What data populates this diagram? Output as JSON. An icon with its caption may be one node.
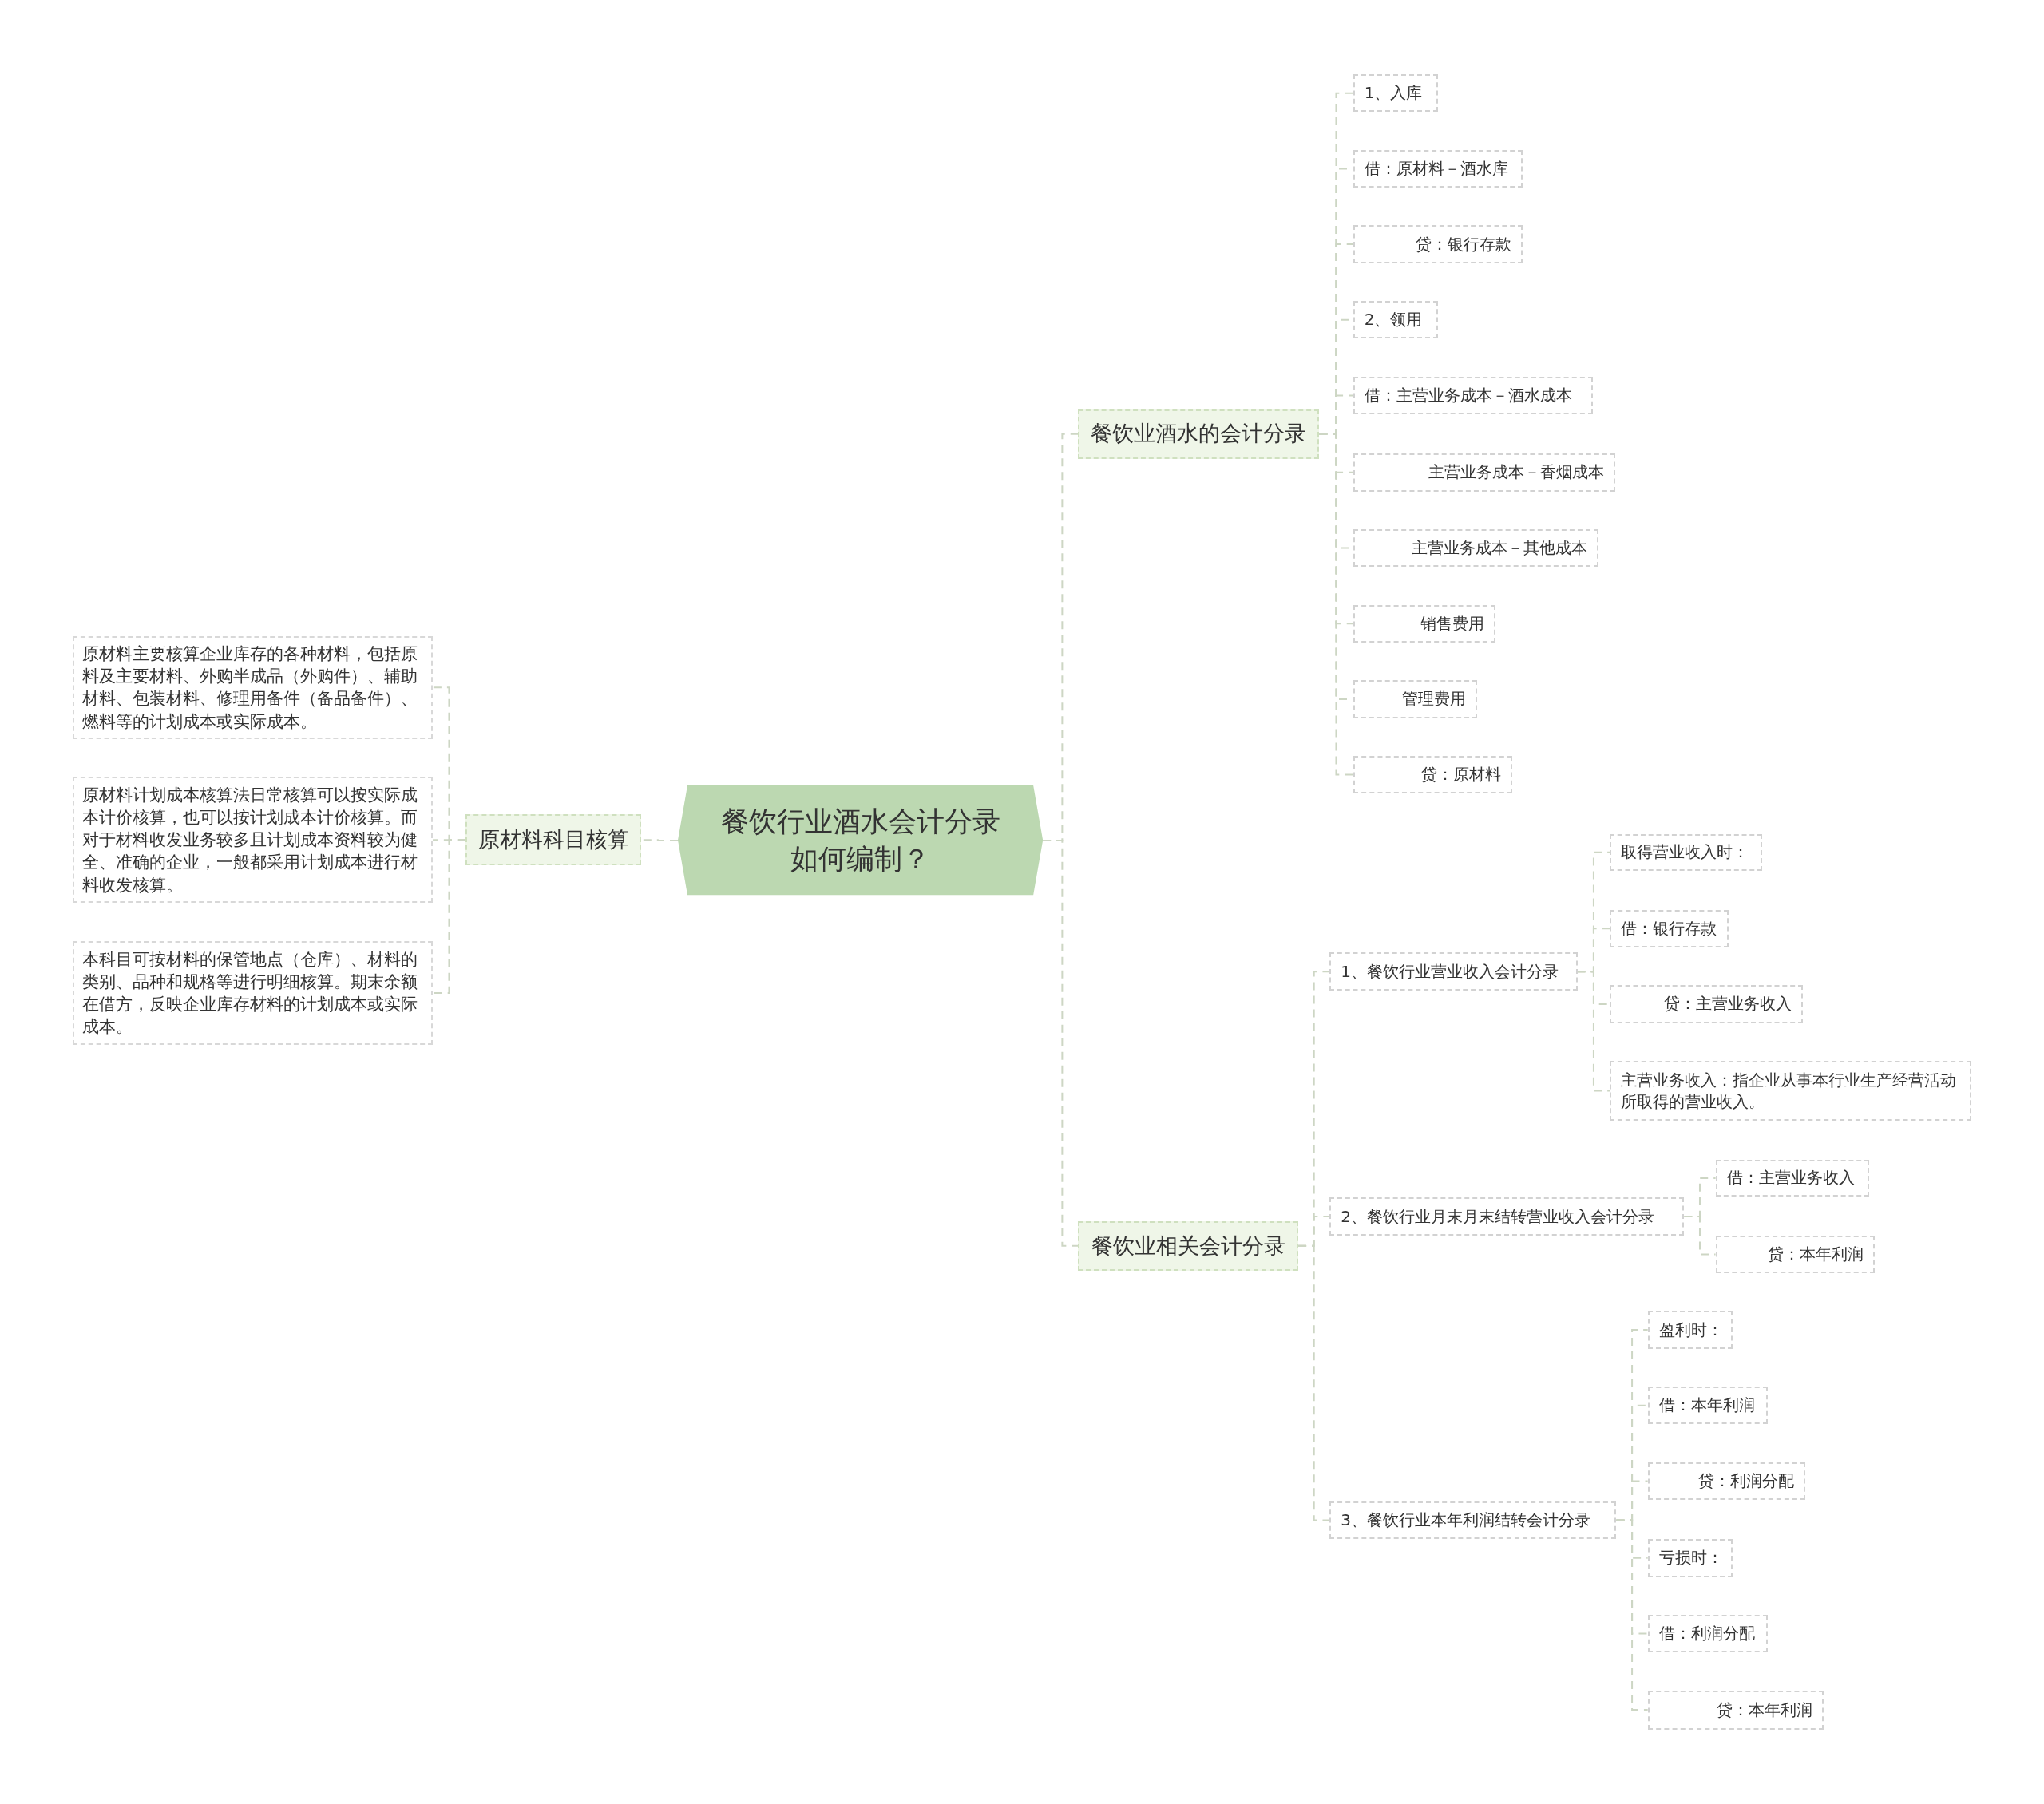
{
  "diagram": {
    "nodes": [
      {
        "text": [
          "餐饮行业酒水会计分录如何编制？"
        ]
      },
      {
        "text": [
          "餐饮业酒水的会计分录"
        ]
      },
      {
        "text": [
          "1、入库"
        ]
      },
      {
        "text": [
          "借：原材料－酒水库"
        ]
      },
      {
        "text": [
          "贷：银行存款"
        ]
      },
      {
        "text": [
          "2、领用"
        ]
      },
      {
        "text": [
          "借：主营业务成本－酒水成本"
        ]
      },
      {
        "text": [
          "主营业务成本－香烟成本"
        ]
      },
      {
        "text": [
          "主营业务成本－其他成本"
        ]
      },
      {
        "text": [
          "销售费用"
        ]
      },
      {
        "text": [
          "管理费用"
        ]
      },
      {
        "text": [
          "贷：原材料"
        ]
      },
      {
        "text": [
          "餐饮业相关会计分录"
        ]
      },
      {
        "text": [
          "1、餐饮行业营业收入会计分录"
        ]
      },
      {
        "text": [
          "取得营业收入时："
        ]
      },
      {
        "text": [
          "借：银行存款"
        ]
      },
      {
        "text": [
          "贷：主营业务收入"
        ]
      },
      {
        "text": [
          "主营业务收入：指企业从事本行业生产经营活动所取得的营业收入。"
        ]
      },
      {
        "text": [
          "2、餐饮行业月末月末结转营业收入会计分录"
        ]
      },
      {
        "text": [
          "借：主营业务收入"
        ]
      },
      {
        "text": [
          "贷：本年利润"
        ]
      },
      {
        "text": [
          "3、餐饮行业本年利润结转会计分录"
        ]
      },
      {
        "text": [
          "盈利时："
        ]
      },
      {
        "text": [
          "借：本年利润"
        ]
      },
      {
        "text": [
          "贷：利润分配"
        ]
      },
      {
        "text": [
          "亏损时："
        ]
      },
      {
        "text": [
          "借：利润分配"
        ]
      },
      {
        "text": [
          "贷：本年利润"
        ]
      },
      {
        "text": [
          "原材料科目核算"
        ]
      },
      {
        "text": [
          "原材料主要核算企业库存的各种材料，包括原料及主要材料、外购半成品（外购件）、辅助材料、包装材料、修理用备件（备品备件）、燃料等的计划成本或实际成本。"
        ]
      },
      {
        "text": [
          "原材料计划成本核算法日常核算可以按实际成本计价核算，也可以按计划成本计价核算。而对于材料收发业务较多且计划成本资料较为健全、准确的企业，一般都采用计划成本进行材料收发核算。"
        ]
      },
      {
        "text": [
          "本科目可按材料的保管地点（仓库）、材料的类别、品种和规格等进行明细核算。期末余额在借方，反映企业库存材料的计划成本或实际成本。"
        ]
      }
    ],
    "edges": [
      {
        "from": 0,
        "to": 1,
        "arrow": "none"
      },
      {
        "from": 1,
        "to": 2,
        "arrow": "none"
      },
      {
        "from": 1,
        "to": 3,
        "arrow": "none"
      },
      {
        "from": 1,
        "to": 4,
        "arrow": "none"
      },
      {
        "from": 1,
        "to": 5,
        "arrow": "none"
      },
      {
        "from": 1,
        "to": 6,
        "arrow": "none"
      },
      {
        "from": 1,
        "to": 7,
        "arrow": "none"
      },
      {
        "from": 1,
        "to": 8,
        "arrow": "none"
      },
      {
        "from": 1,
        "to": 9,
        "arrow": "none"
      },
      {
        "from": 1,
        "to": 10,
        "arrow": "none"
      },
      {
        "from": 1,
        "to": 11,
        "arrow": "none"
      },
      {
        "from": 0,
        "to": 12,
        "arrow": "none"
      },
      {
        "from": 12,
        "to": 13,
        "arrow": "none"
      },
      {
        "from": 13,
        "to": 14,
        "arrow": "none"
      },
      {
        "from": 13,
        "to": 15,
        "arrow": "none"
      },
      {
        "from": 13,
        "to": 16,
        "arrow": "none"
      },
      {
        "from": 13,
        "to": 17,
        "arrow": "none"
      },
      {
        "from": 12,
        "to": 18,
        "arrow": "none"
      },
      {
        "from": 18,
        "to": 19,
        "arrow": "none"
      },
      {
        "from": 18,
        "to": 20,
        "arrow": "none"
      },
      {
        "from": 12,
        "to": 21,
        "arrow": "none"
      },
      {
        "from": 21,
        "to": 22,
        "arrow": "none"
      },
      {
        "from": 21,
        "to": 23,
        "arrow": "none"
      },
      {
        "from": 21,
        "to": 24,
        "arrow": "none"
      },
      {
        "from": 21,
        "to": 25,
        "arrow": "none"
      },
      {
        "from": 21,
        "to": 26,
        "arrow": "none"
      },
      {
        "from": 21,
        "to": 27,
        "arrow": "none"
      },
      {
        "from": 0,
        "to": 28,
        "arrow": "none"
      },
      {
        "from": 28,
        "to": 29,
        "arrow": "none"
      },
      {
        "from": 28,
        "to": 30,
        "arrow": "none"
      },
      {
        "from": 28,
        "to": 31,
        "arrow": "none"
      }
    ]
  }
}
